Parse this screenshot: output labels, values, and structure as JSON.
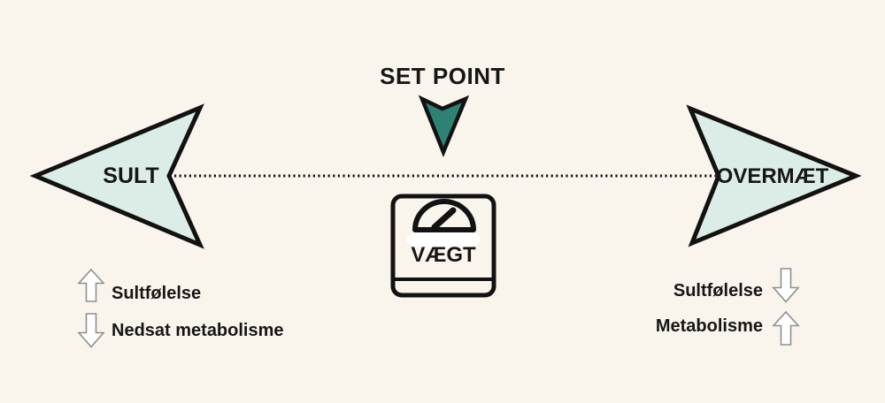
{
  "diagram": {
    "title": "SET POINT",
    "axis": {
      "left_label": "SULT",
      "right_label": "OVERMÆT",
      "line_style": "dotted"
    },
    "center": {
      "label": "VÆGT",
      "icon": "weight-scale-icon"
    },
    "set_point_marker": {
      "icon": "down-pointer-icon",
      "color": "#2f8273"
    },
    "left_effects": [
      {
        "arrow": "up",
        "label": "Sultfølelse"
      },
      {
        "arrow": "down",
        "label": "Nedsat metabolisme"
      }
    ],
    "right_effects": [
      {
        "arrow": "down",
        "label": "Sultfølelse"
      },
      {
        "arrow": "up",
        "label": "Metabolisme"
      }
    ],
    "colors": {
      "background": "#faf5ec",
      "big_arrow_fill": "#dcede7",
      "set_point_fill": "#2f8273",
      "outline": "#121212",
      "effect_arrow_stroke": "#8f8f8f",
      "effect_arrow_fill": "#ffffff"
    }
  }
}
